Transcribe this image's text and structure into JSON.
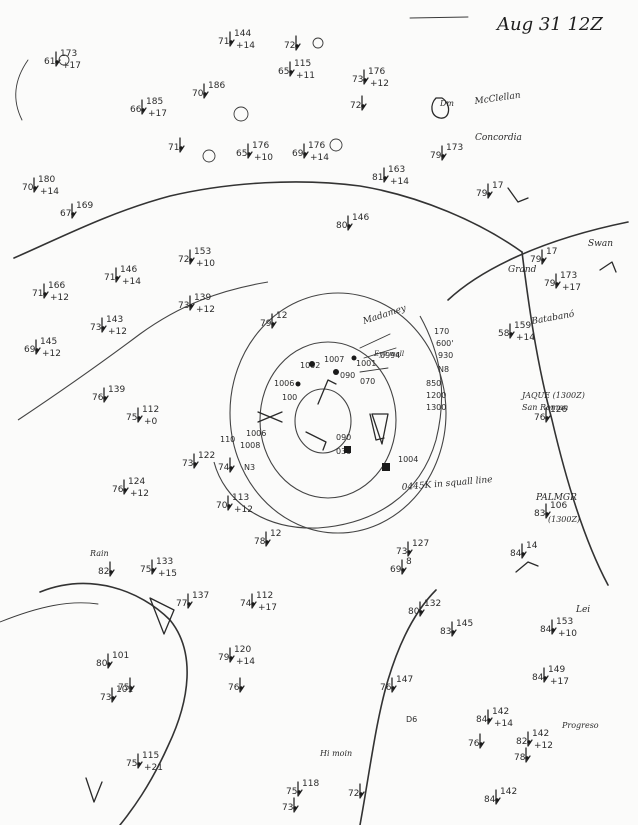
{
  "header": {
    "date_stamp": "Aug 31 12Z"
  },
  "place_notes": {
    "mcclellan": "McClellan",
    "concordia": "Concordia",
    "swan": "Swan",
    "grand": "Grand",
    "batabano": "Batabanó",
    "jaque": "JAQUE (1300Z)",
    "san_roman": "San Roman",
    "palm_gr": "PALMGR",
    "palm_gr_time": "(1300Z)",
    "lei": "Lei",
    "progreso": "Progreso",
    "madamey": "Madamey",
    "eye_wall": "Eye wall",
    "hi_moin": "Hi moin",
    "dm_mcclellan_left": "Dm",
    "squall_line_note": "0445K in squall line",
    "rain_label": "Rain"
  },
  "station_plots": [
    {
      "id": "s01",
      "t": "61",
      "p": "173",
      "d": "+17"
    },
    {
      "id": "s02",
      "t": "71",
      "p": "144",
      "d": "+14"
    },
    {
      "id": "s03",
      "t": "72",
      "p": "",
      "d": ""
    },
    {
      "id": "s04",
      "t": "65",
      "p": "115",
      "d": "+11"
    },
    {
      "id": "s05",
      "t": "73",
      "p": "176",
      "d": "+12"
    },
    {
      "id": "s06",
      "t": "72",
      "p": "",
      "d": ""
    },
    {
      "id": "s07",
      "t": "66",
      "p": "185",
      "d": "+17"
    },
    {
      "id": "s08",
      "t": "70",
      "p": "186",
      "d": ""
    },
    {
      "id": "s09",
      "t": "71",
      "p": "",
      "d": ""
    },
    {
      "id": "s10",
      "t": "65",
      "p": "176",
      "d": "+10"
    },
    {
      "id": "s11",
      "t": "69",
      "p": "176",
      "d": "+14"
    },
    {
      "id": "s12",
      "t": "79",
      "p": "173",
      "d": ""
    },
    {
      "id": "s13",
      "t": "70",
      "p": "180",
      "d": "+14"
    },
    {
      "id": "s14",
      "t": "67",
      "p": "169",
      "d": ""
    },
    {
      "id": "s15",
      "t": "79",
      "p": "17",
      "d": ""
    },
    {
      "id": "s16",
      "t": "81",
      "p": "163",
      "d": "+14"
    },
    {
      "id": "s17",
      "t": "80",
      "p": "146",
      "d": ""
    },
    {
      "id": "s18",
      "t": "71",
      "p": "166",
      "d": "+12"
    },
    {
      "id": "s19",
      "t": "71",
      "p": "146",
      "d": "+14"
    },
    {
      "id": "s20",
      "t": "72",
      "p": "153",
      "d": "+10"
    },
    {
      "id": "s21",
      "t": "73",
      "p": "139",
      "d": "+12"
    },
    {
      "id": "s22",
      "t": "79",
      "p": "12",
      "d": ""
    },
    {
      "id": "s23",
      "t": "69",
      "p": "145",
      "d": "+12"
    },
    {
      "id": "s24",
      "t": "73",
      "p": "143",
      "d": "+12"
    },
    {
      "id": "s25",
      "t": "79",
      "p": "17",
      "d": ""
    },
    {
      "id": "s26",
      "t": "79",
      "p": "173",
      "d": "+17"
    },
    {
      "id": "s27",
      "t": "58",
      "p": "159",
      "d": "+14"
    },
    {
      "id": "s28",
      "t": "76",
      "p": "126",
      "d": ""
    },
    {
      "id": "s29",
      "t": "75",
      "p": "112",
      "d": "+0"
    },
    {
      "id": "s30",
      "t": "76",
      "p": "139",
      "d": ""
    },
    {
      "id": "s31",
      "t": "73",
      "p": "122",
      "d": ""
    },
    {
      "id": "s32",
      "t": "74",
      "p": "",
      "d": ""
    },
    {
      "id": "s33",
      "t": "76",
      "p": "124",
      "d": "+12"
    },
    {
      "id": "s34",
      "t": "70",
      "p": "113",
      "d": "+12"
    },
    {
      "id": "s35",
      "t": "78",
      "p": "12",
      "d": ""
    },
    {
      "id": "s36",
      "t": "82",
      "p": "",
      "d": ""
    },
    {
      "id": "s37",
      "t": "75",
      "p": "133",
      "d": "+15"
    },
    {
      "id": "s38",
      "t": "77",
      "p": "137",
      "d": ""
    },
    {
      "id": "s39",
      "t": "74",
      "p": "112",
      "d": "+17"
    },
    {
      "id": "s40",
      "t": "79",
      "p": "120",
      "d": "+14"
    },
    {
      "id": "s41",
      "t": "73",
      "p": "127",
      "d": ""
    },
    {
      "id": "s42",
      "t": "69",
      "p": "8",
      "d": ""
    },
    {
      "id": "s43",
      "t": "80",
      "p": "132",
      "d": ""
    },
    {
      "id": "s44",
      "t": "83",
      "p": "145",
      "d": ""
    },
    {
      "id": "s45",
      "t": "83",
      "p": "106",
      "d": ""
    },
    {
      "id": "s46",
      "t": "84",
      "p": "14",
      "d": ""
    },
    {
      "id": "s47",
      "t": "84",
      "p": "153",
      "d": "+10"
    },
    {
      "id": "s48",
      "t": "84",
      "p": "149",
      "d": "+17"
    },
    {
      "id": "s49",
      "t": "80",
      "p": "101",
      "d": ""
    },
    {
      "id": "s50",
      "t": "75",
      "p": "",
      "d": ""
    },
    {
      "id": "s51",
      "t": "73",
      "p": "101",
      "d": ""
    },
    {
      "id": "s52",
      "t": "76",
      "p": "147",
      "d": ""
    },
    {
      "id": "s53",
      "t": "84",
      "p": "142",
      "d": "+14"
    },
    {
      "id": "s54",
      "t": "82",
      "p": "142",
      "d": "+12"
    },
    {
      "id": "s55",
      "t": "76",
      "p": "",
      "d": ""
    },
    {
      "id": "s56",
      "t": "78",
      "p": "",
      "d": ""
    },
    {
      "id": "s57",
      "t": "84",
      "p": "142",
      "d": ""
    },
    {
      "id": "s58",
      "t": "75",
      "p": "118",
      "d": ""
    },
    {
      "id": "s59",
      "t": "73",
      "p": "",
      "d": ""
    },
    {
      "id": "s60",
      "t": "75",
      "p": "115",
      "d": "+21"
    },
    {
      "id": "s61",
      "t": "72",
      "p": "",
      "d": ""
    },
    {
      "id": "s62",
      "t": "76",
      "p": "",
      "d": ""
    }
  ],
  "center_cluster": {
    "v1": "1002",
    "v2": "1007",
    "v3": "1006",
    "v4": "090",
    "v5": "100",
    "v6": "1001",
    "v7": "0994",
    "v8": "090",
    "v9": "030",
    "v10": "1006",
    "v11": "1008",
    "v12": "1004",
    "v13": "170",
    "v14": "600'",
    "v15": "930",
    "v16": "1200",
    "v17": "1300",
    "v18": "850",
    "v19": "070",
    "v20": "N8",
    "v21": "N3",
    "v22": "D6",
    "v23": "110"
  }
}
